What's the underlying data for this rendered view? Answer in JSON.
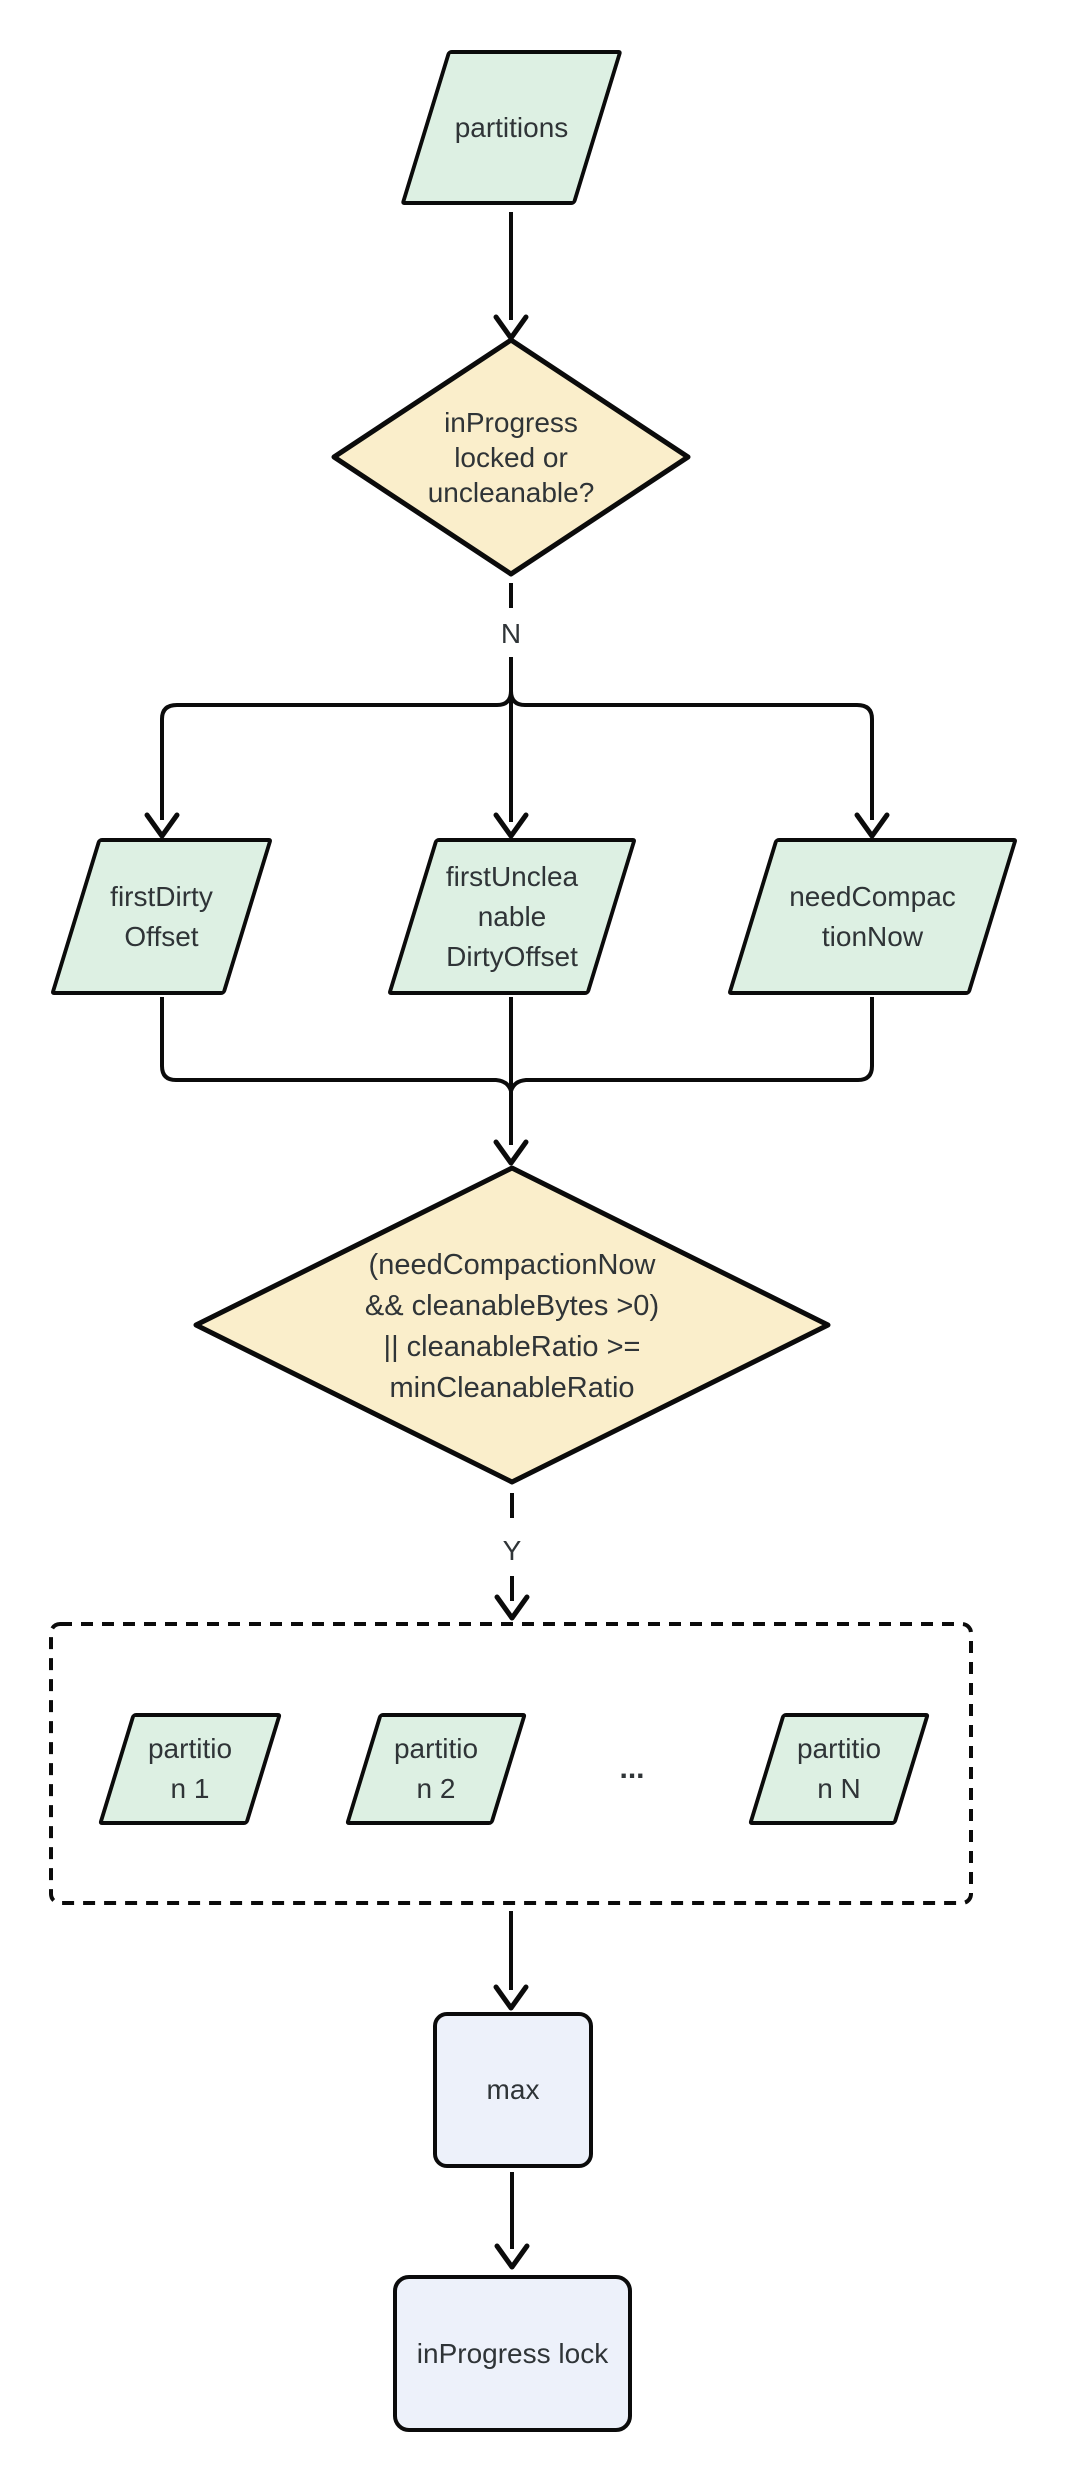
{
  "diagram": {
    "type": "flowchart",
    "colors": {
      "background": "#ffffff",
      "io_fill": "#ddf0e3",
      "decision_fill": "#faeecb",
      "process_fill": "#edf1fa",
      "stroke": "#0b0b0b",
      "text": "#2f3437"
    },
    "nodes": {
      "partitions": {
        "label": "partitions",
        "shape": "parallelogram"
      },
      "check_locked": {
        "lines": [
          "inProgress",
          "locked or",
          "uncleanable?"
        ],
        "shape": "diamond"
      },
      "first_dirty_offset": {
        "lines": [
          "firstDirty",
          "Offset"
        ],
        "shape": "parallelogram"
      },
      "first_uncleanable_dirty_offset": {
        "lines": [
          "firstUnclea",
          "nable",
          "DirtyOffset"
        ],
        "shape": "parallelogram"
      },
      "need_compaction_now": {
        "lines": [
          "needCompac",
          "tionNow"
        ],
        "shape": "parallelogram"
      },
      "check_cleanable": {
        "lines": [
          "(needCompactionNow",
          "&& cleanableBytes >0)",
          "|| cleanableRatio >=",
          "minCleanableRatio"
        ],
        "shape": "diamond"
      },
      "partition_1": {
        "lines": [
          "partitio",
          "n 1"
        ],
        "shape": "parallelogram"
      },
      "partition_2": {
        "lines": [
          "partitio",
          "n 2"
        ],
        "shape": "parallelogram"
      },
      "ellipsis": {
        "label": "..."
      },
      "partition_n": {
        "lines": [
          "partitio",
          "n N"
        ],
        "shape": "parallelogram"
      },
      "max": {
        "label": "max",
        "shape": "rounded-rect"
      },
      "in_progress_lock": {
        "label": "inProgress lock",
        "shape": "rounded-rect"
      }
    },
    "edge_labels": {
      "no": "N",
      "yes": "Y"
    }
  }
}
